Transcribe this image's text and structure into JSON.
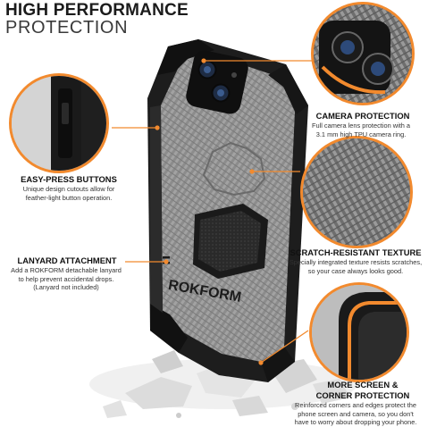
{
  "header": {
    "line1": "HIGH PERFORMANCE",
    "line2": "PROTECTION"
  },
  "brand": {
    "wordmark": "ROKFORM"
  },
  "accent_color": "#f28a2e",
  "callouts": [
    {
      "title": "CAMERA PROTECTION",
      "text_lines": [
        "Full camera lens protection with a",
        "3.1 mm high TPU camera ring."
      ]
    },
    {
      "title": "EASY-PRESS BUTTONS",
      "text_lines": [
        "Unique design cutouts allow for",
        "feather-light button operation."
      ]
    },
    {
      "title": "SCRATCH-RESISTANT TEXTURE",
      "text_lines": [
        "Specially integrated texture resists scratches,",
        "so your case always looks good."
      ]
    },
    {
      "title": "LANYARD ATTACHMENT",
      "text_lines": [
        "Add a ROKFORM detachable lanyard",
        "to help prevent accidental drops.",
        "(Lanyard not included)"
      ]
    },
    {
      "title_lines": [
        "MORE SCREEN &",
        "CORNER PROTECTION"
      ],
      "text_lines": [
        "Reinforced corners and edges protect the",
        "phone screen and camera, so you don't",
        "have to worry about dropping your phone."
      ]
    }
  ]
}
